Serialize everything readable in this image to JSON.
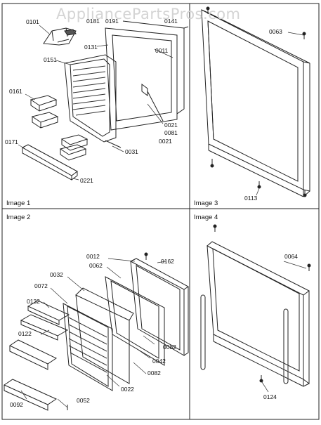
{
  "watermark": "AppliancePartsPros.com",
  "panels": [
    {
      "caption": "Image 1",
      "labels": [
        "0101",
        "0181",
        "0191",
        "0141",
        "0131",
        "0011",
        "0151",
        "0161",
        "0171",
        "0221",
        "0021",
        "0081",
        "0021",
        "0031"
      ]
    },
    {
      "caption": "Image 3",
      "labels": [
        "0063",
        "0113"
      ]
    },
    {
      "caption": "Image 2",
      "labels": [
        "0012",
        "0062",
        "0162",
        "0032",
        "0072",
        "0132",
        "0122",
        "0082",
        "0042",
        "0082",
        "0022",
        "0092",
        "0052"
      ]
    },
    {
      "caption": "Image 4",
      "labels": [
        "0064",
        "0124"
      ]
    }
  ]
}
